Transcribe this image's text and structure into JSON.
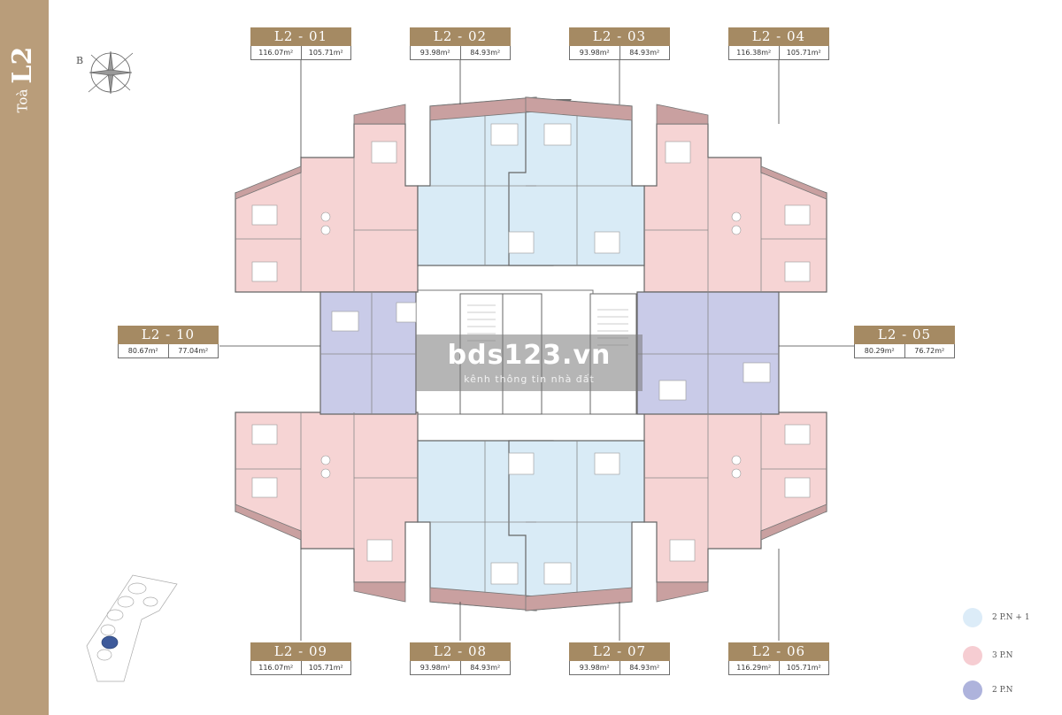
{
  "tower": {
    "prefix": "Toà",
    "code": "L2"
  },
  "compass": {
    "label": "B"
  },
  "units": [
    {
      "id": "u01",
      "name": "L2 - 01",
      "area_a": "116.07m²",
      "area_b": "105.71m²"
    },
    {
      "id": "u02",
      "name": "L2 - 02",
      "area_a": "93.98m²",
      "area_b": "84.93m²"
    },
    {
      "id": "u03",
      "name": "L2 - 03",
      "area_a": "93.98m²",
      "area_b": "84.93m²"
    },
    {
      "id": "u04",
      "name": "L2 - 04",
      "area_a": "116.38m²",
      "area_b": "105.71m²"
    },
    {
      "id": "u05",
      "name": "L2 - 05",
      "area_a": "80.29m²",
      "area_b": "76.72m²"
    },
    {
      "id": "u06",
      "name": "L2 - 06",
      "area_a": "116.29m²",
      "area_b": "105.71m²"
    },
    {
      "id": "u07",
      "name": "L2 - 07",
      "area_a": "93.98m²",
      "area_b": "84.93m²"
    },
    {
      "id": "u08",
      "name": "L2 - 08",
      "area_a": "93.98m²",
      "area_b": "84.93m²"
    },
    {
      "id": "u09",
      "name": "L2 - 09",
      "area_a": "116.07m²",
      "area_b": "105.71m²"
    },
    {
      "id": "u10",
      "name": "L2 - 10",
      "area_a": "80.67m²",
      "area_b": "77.04m²"
    }
  ],
  "legend": [
    {
      "label": "2 P.N + 1",
      "color": "#dcecf8"
    },
    {
      "label": "3 P.N",
      "color": "#f6cdd2"
    },
    {
      "label": "2 P.N",
      "color": "#aeb3dc"
    }
  ],
  "colors": {
    "sidebar": "#b99d7a",
    "label_bar": "#a58a63",
    "three_bed": "#f6d4d4",
    "two_bed_plus": "#d9ebf6",
    "two_bed": "#c9cbe8",
    "balcony": "#c9a0a0",
    "wall": "#5c5c5c"
  },
  "watermark": {
    "brand": "bds123.vn",
    "tagline": "kênh thông tin nhà đất"
  }
}
